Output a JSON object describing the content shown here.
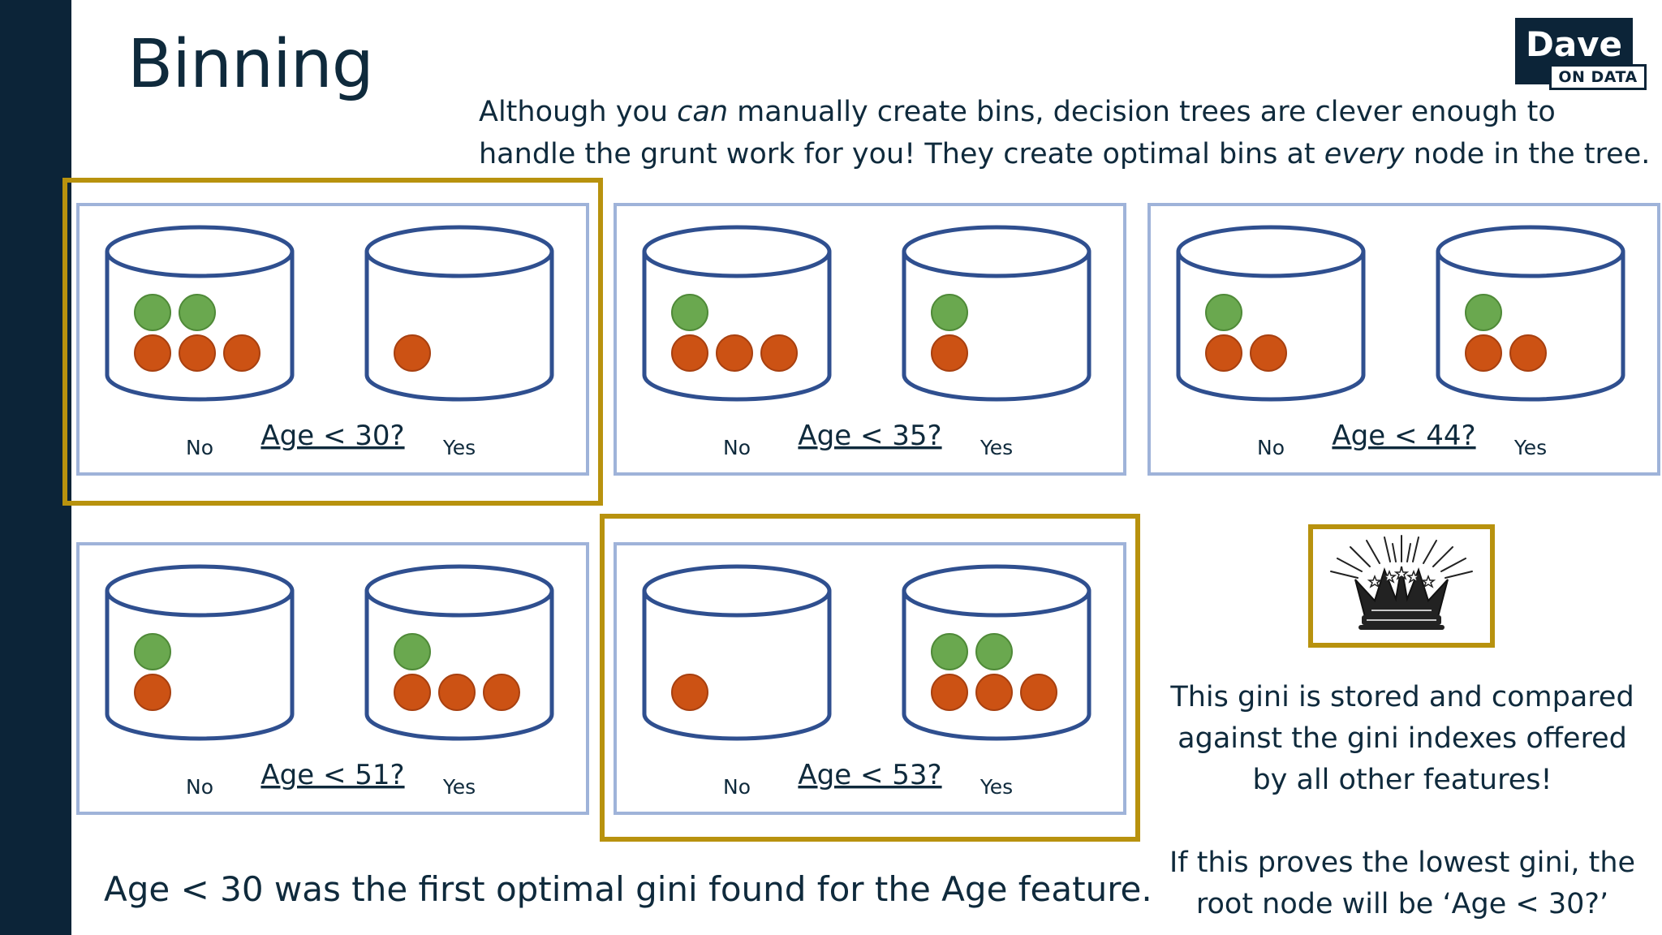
{
  "title": "Binning",
  "logo": {
    "name": "Dave",
    "tag": "ON DATA"
  },
  "intro": {
    "line1_pre": "Although you ",
    "line1_em": "can",
    "line1_post": " manually create bins, decision trees are clever enough to",
    "line2_pre": "handle the grunt work for you! They create optimal bins at ",
    "line2_em": "every",
    "line2_post": " node in the tree."
  },
  "colors": {
    "green": "#6aa84f",
    "red": "#cc5214",
    "cylinder_stroke": "#2f4f8f",
    "panel_stroke": "#9fb3d9",
    "highlight": "#b8920e",
    "dark": "#0c2438"
  },
  "splits": [
    {
      "label": "Age < 30?",
      "no_label": "No",
      "yes_label": "Yes",
      "no": {
        "green": 2,
        "red": 3
      },
      "yes": {
        "green": 0,
        "red": 1
      },
      "highlighted": true
    },
    {
      "label": "Age < 35?",
      "no_label": "No",
      "yes_label": "Yes",
      "no": {
        "green": 1,
        "red": 3
      },
      "yes": {
        "green": 1,
        "red": 1
      },
      "highlighted": false
    },
    {
      "label": "Age < 44?",
      "no_label": "No",
      "yes_label": "Yes",
      "no": {
        "green": 1,
        "red": 2
      },
      "yes": {
        "green": 1,
        "red": 2
      },
      "highlighted": false
    },
    {
      "label": "Age < 51?",
      "no_label": "No",
      "yes_label": "Yes",
      "no": {
        "green": 1,
        "red": 1
      },
      "yes": {
        "green": 1,
        "red": 3
      },
      "highlighted": false
    },
    {
      "label": "Age < 53?",
      "no_label": "No",
      "yes_label": "Yes",
      "no": {
        "green": 0,
        "red": 1
      },
      "yes": {
        "green": 2,
        "red": 3
      },
      "highlighted": true
    }
  ],
  "conclusion": "Age < 30 was the first optimal gini found for the Age feature.",
  "crown_icon": "crown-icon",
  "note1": {
    "line1": "This gini is stored and compared",
    "line2": "against the gini indexes offered",
    "line3": "by all other features!"
  },
  "note2": {
    "line1": "If this proves the lowest gini, the",
    "line2": "root node will be ‘Age < 30?’"
  }
}
